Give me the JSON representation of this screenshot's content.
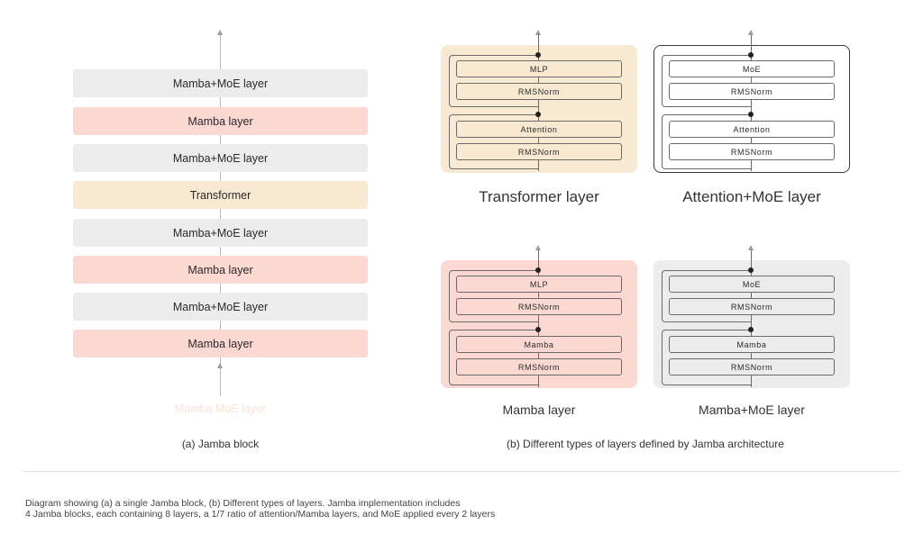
{
  "jamba_block": {
    "bars": [
      {
        "label": "Mamba+MoE layer",
        "kind": "moe"
      },
      {
        "label": "Mamba layer",
        "kind": "mamba"
      },
      {
        "label": "Mamba+MoE layer",
        "kind": "moe"
      },
      {
        "label": "Transformer",
        "kind": "trans"
      },
      {
        "label": "Mamba+MoE layer",
        "kind": "moe"
      },
      {
        "label": "Mamba layer",
        "kind": "mamba"
      },
      {
        "label": "Mamba+MoE layer",
        "kind": "moe"
      },
      {
        "label": "Mamba layer",
        "kind": "mamba"
      }
    ],
    "faded_label": "Mamba MoE layer",
    "caption": "(a) Jamba block"
  },
  "layer_types": {
    "caption": "(b) Different types of layers defined by Jamba architecture",
    "panels": [
      {
        "title": "Transformer layer",
        "top": "MLP",
        "top_norm": "RMSNorm",
        "bottom": "Attention",
        "bottom_norm": "RMSNorm"
      },
      {
        "title": "Attention+MoE layer",
        "top": "MoE",
        "top_norm": "RMSNorm",
        "bottom": "Attention",
        "bottom_norm": "RMSNorm"
      },
      {
        "title": "Mamba layer",
        "top": "MLP",
        "top_norm": "RMSNorm",
        "bottom": "Mamba",
        "bottom_norm": "RMSNorm"
      },
      {
        "title": "Mamba+MoE layer",
        "top": "MoE",
        "top_norm": "RMSNorm",
        "bottom": "Mamba",
        "bottom_norm": "RMSNorm"
      }
    ]
  },
  "description": {
    "line1": "Diagram showing (a) a single Jamba block, (b) Different types of layers. Jamba implementation includes",
    "line2": "4 Jamba blocks, each containing 8 layers, a 1/7 ratio of attention/Mamba layers, and MoE applied every 2 layers"
  },
  "colors": {
    "moe": "#ececec",
    "mamba": "#fcd8d2",
    "transformer": "#f8e9d3"
  }
}
